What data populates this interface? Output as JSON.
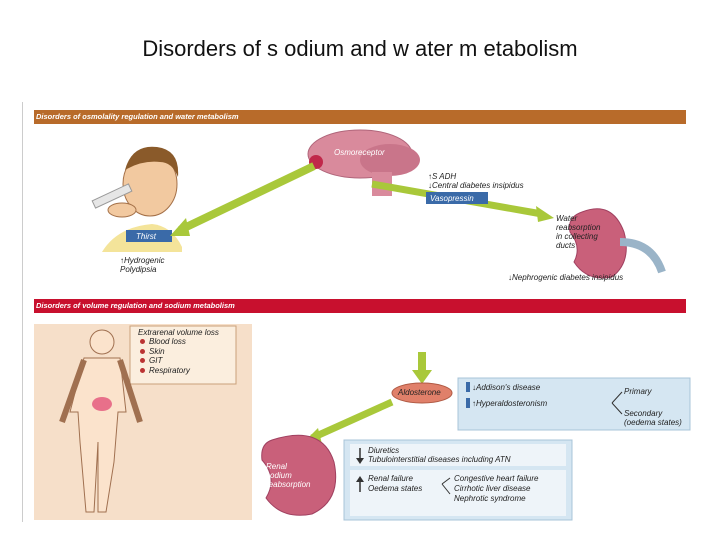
{
  "title": "Disorders of s odium and w ater m etabolism",
  "band1": "Disorders of osmolality regulation and water metabolism",
  "band2": "Disorders of volume regulation and sodium metabolism",
  "osmoreceptor": "Osmoreceptor",
  "thirst": "Thirst",
  "hypo_poly": [
    "↑Hydrogenic",
    "Polydipsia"
  ],
  "adh": [
    "↑S ADH",
    "↓Central diabetes insipidus"
  ],
  "vasopressin": "Vasopressin",
  "water_reab": [
    "Water",
    "reabsorption",
    "in collecting",
    "ducts"
  ],
  "nephrogenic": "↓Nephrogenic diabetes insipidus",
  "extrarenal_title": "Extrarenal volume loss",
  "extrarenal_items": [
    "Blood loss",
    "Skin",
    "GIT",
    "Respiratory"
  ],
  "aldosterone": "Aldosterone",
  "addison": "↓Addison's disease",
  "hyperaldo": "↑Hyperaldosteronism",
  "primary": "Primary",
  "secondary": [
    "Secondary",
    "(oedema states)"
  ],
  "renal": [
    "Renal",
    "sodium",
    "reabsorption"
  ],
  "diuretics": [
    "Diuretics",
    "Tubulointerstitial diseases including ATN"
  ],
  "renal_failure": "Renal failure",
  "oedema": "Oedema states",
  "oedema_causes": [
    "Congestive heart failure",
    "Cirrhotic liver disease",
    "Nephrotic syndrome"
  ],
  "colors": {
    "band1": "#b86b2a",
    "band2": "#c8102e",
    "arrow": "#a9c83a",
    "kidney": "#c9607a",
    "panel": "#f6dfc9",
    "blue_panel": "#d5e6f2"
  }
}
